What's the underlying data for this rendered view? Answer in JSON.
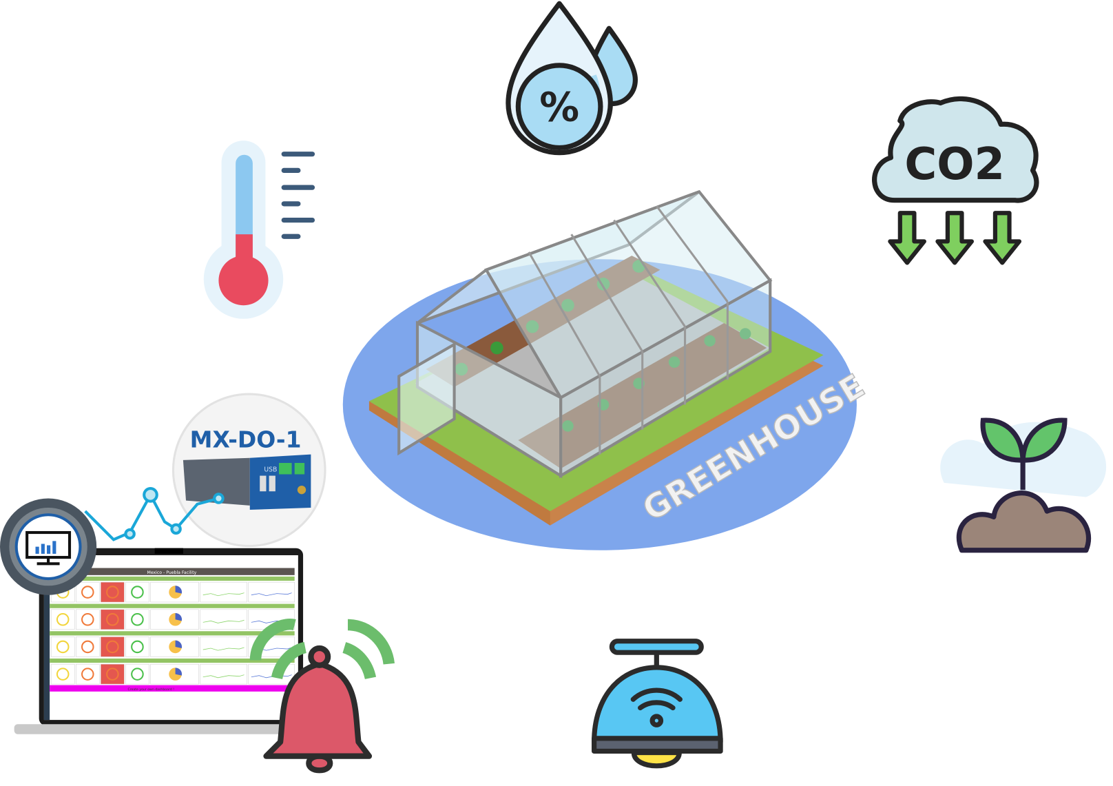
{
  "humidity": {
    "symbol": "%",
    "icon": "water-drop-icon"
  },
  "thermometer": {
    "icon": "thermometer-icon"
  },
  "co2": {
    "label": "CO2",
    "icon": "co2-cloud-icon"
  },
  "greenhouse": {
    "label": "GREENHOUSE"
  },
  "plant": {
    "icon": "sprout-icon"
  },
  "lamp": {
    "icon": "smart-lamp-icon"
  },
  "alert": {
    "icon": "bell-icon"
  },
  "device": {
    "model": "MX-DO-1",
    "port_label": "USB"
  },
  "monitoring": {
    "icon": "monitor-chart-icon"
  },
  "dashboard": {
    "title": "Mexico - Puebla Facility",
    "footer": "Create your own dashboard !",
    "rows": 4
  },
  "colors": {
    "drop": "#a9dcf4",
    "thermo_red": "#e94b5f",
    "cloud": "#cfe6ec",
    "arrow_green": "#7fcf5f",
    "ellipse_blue": "#7ea6ec",
    "grass": "#8fc04b",
    "soil": "#c9834a",
    "bell": "#dc5869",
    "lamp_blue": "#58c7f3",
    "brand_blue": "#1f5fa8",
    "dashboard_green": "#93c464",
    "dashboard_red": "#e4574f",
    "dashboard_magenta": "#ee00ee"
  }
}
